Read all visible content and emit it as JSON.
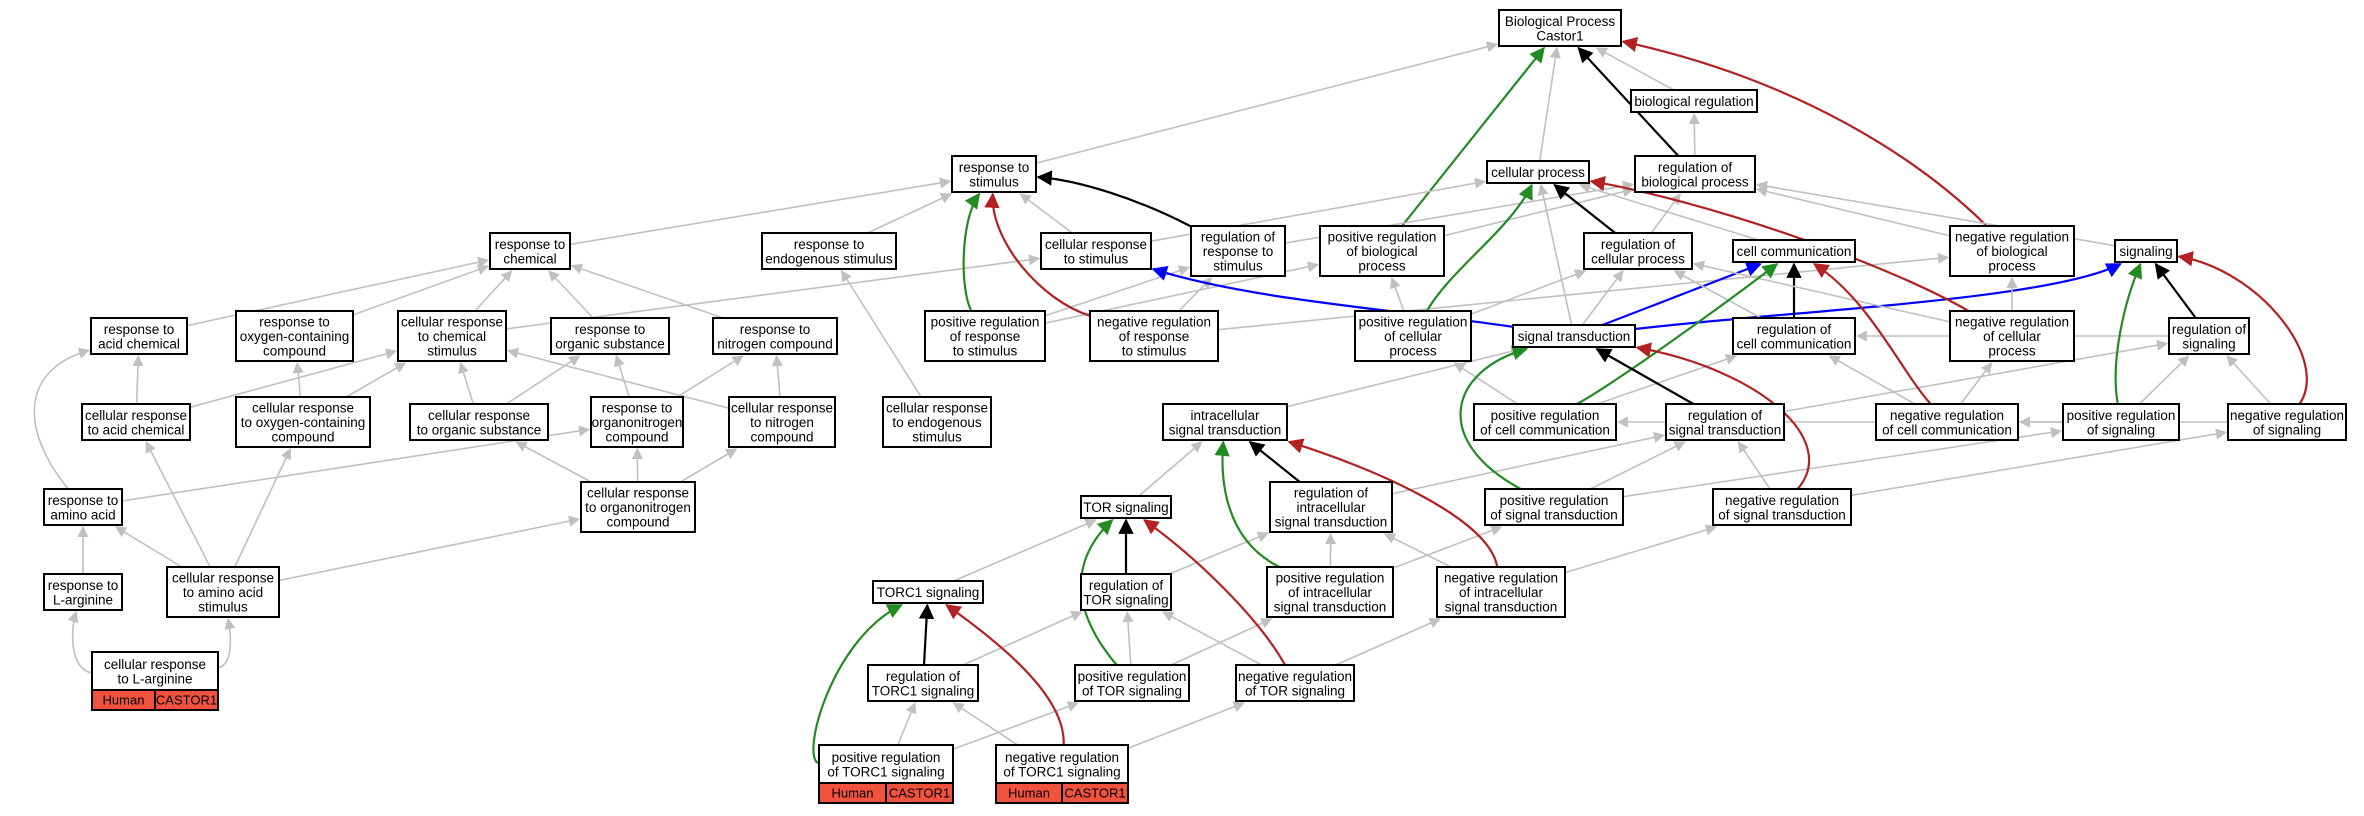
{
  "colors": {
    "is_a": "#c0c0c0",
    "part_of": "#000000",
    "regulates": "#0000ff",
    "positively_regulates": "#228b22",
    "negatively_regulates": "#b22222",
    "annotation_fill": "#f0523e"
  },
  "nodes": [
    {
      "id": "bp",
      "lines": [
        "Biological Process",
        "Castor1"
      ]
    },
    {
      "id": "bio_reg",
      "lines": [
        "biological regulation"
      ]
    },
    {
      "id": "reg_bp",
      "lines": [
        "regulation of",
        "biological process"
      ]
    },
    {
      "id": "cell_proc",
      "lines": [
        "cellular process"
      ]
    },
    {
      "id": "resp_stim",
      "lines": [
        "response to",
        "stimulus"
      ]
    },
    {
      "id": "resp_chem",
      "lines": [
        "response to",
        "chemical"
      ]
    },
    {
      "id": "resp_endo",
      "lines": [
        "response to",
        "endogenous stimulus"
      ]
    },
    {
      "id": "cell_resp_stim",
      "lines": [
        "cellular response",
        "to stimulus"
      ]
    },
    {
      "id": "reg_resp_stim",
      "lines": [
        "regulation of",
        "response to",
        "stimulus"
      ]
    },
    {
      "id": "pos_reg_bp",
      "lines": [
        "positive regulation",
        "of biological",
        "process"
      ]
    },
    {
      "id": "reg_cell_proc",
      "lines": [
        "regulation of",
        "cellular process"
      ]
    },
    {
      "id": "cell_comm",
      "lines": [
        "cell communication"
      ]
    },
    {
      "id": "neg_reg_bp",
      "lines": [
        "negative regulation",
        "of biological",
        "process"
      ]
    },
    {
      "id": "signaling",
      "lines": [
        "signaling"
      ]
    },
    {
      "id": "resp_acid",
      "lines": [
        "response to",
        "acid chemical"
      ]
    },
    {
      "id": "resp_oxy",
      "lines": [
        "response to",
        "oxygen-containing",
        "compound"
      ]
    },
    {
      "id": "cell_resp_chem",
      "lines": [
        "cellular response",
        "to chemical",
        "stimulus"
      ]
    },
    {
      "id": "resp_org",
      "lines": [
        "response to",
        "organic substance"
      ]
    },
    {
      "id": "resp_nitro",
      "lines": [
        "response to",
        "nitrogen compound"
      ]
    },
    {
      "id": "pos_reg_resp_stim",
      "lines": [
        "positive regulation",
        "of response",
        "to stimulus"
      ]
    },
    {
      "id": "neg_reg_resp_stim",
      "lines": [
        "negative regulation",
        "of response",
        "to stimulus"
      ]
    },
    {
      "id": "pos_reg_cell_proc",
      "lines": [
        "positive regulation",
        "of cellular",
        "process"
      ]
    },
    {
      "id": "sig_trans",
      "lines": [
        "signal transduction"
      ]
    },
    {
      "id": "reg_cell_comm",
      "lines": [
        "regulation of",
        "cell communication"
      ]
    },
    {
      "id": "neg_reg_cell_proc",
      "lines": [
        "negative regulation",
        "of cellular",
        "process"
      ]
    },
    {
      "id": "reg_signaling",
      "lines": [
        "regulation of",
        "signaling"
      ]
    },
    {
      "id": "cell_resp_acid",
      "lines": [
        "cellular response",
        "to acid chemical"
      ]
    },
    {
      "id": "cell_resp_oxy",
      "lines": [
        "cellular response",
        "to oxygen-containing",
        "compound"
      ]
    },
    {
      "id": "cell_resp_org",
      "lines": [
        "cellular response",
        "to organic substance"
      ]
    },
    {
      "id": "resp_orgnitro",
      "lines": [
        "response to",
        "organonitrogen",
        "compound"
      ]
    },
    {
      "id": "cell_resp_nitro",
      "lines": [
        "cellular response",
        "to nitrogen",
        "compound"
      ]
    },
    {
      "id": "cell_resp_endo",
      "lines": [
        "cellular response",
        "to endogenous",
        "stimulus"
      ]
    },
    {
      "id": "intra_sig",
      "lines": [
        "intracellular",
        "signal transduction"
      ]
    },
    {
      "id": "pos_reg_cell_comm",
      "lines": [
        "positive regulation",
        "of cell communication"
      ]
    },
    {
      "id": "reg_sig_trans",
      "lines": [
        "regulation of",
        "signal transduction"
      ]
    },
    {
      "id": "neg_reg_cell_comm",
      "lines": [
        "negative regulation",
        "of cell communication"
      ]
    },
    {
      "id": "pos_reg_signaling",
      "lines": [
        "positive regulation",
        "of signaling"
      ]
    },
    {
      "id": "neg_reg_signaling",
      "lines": [
        "negative regulation",
        "of signaling"
      ]
    },
    {
      "id": "resp_aa",
      "lines": [
        "response to",
        "amino acid"
      ]
    },
    {
      "id": "cell_resp_orgnitro",
      "lines": [
        "cellular response",
        "to organonitrogen",
        "compound"
      ]
    },
    {
      "id": "tor_sig",
      "lines": [
        "TOR signaling"
      ]
    },
    {
      "id": "reg_intra_sig",
      "lines": [
        "regulation of",
        "intracellular",
        "signal transduction"
      ]
    },
    {
      "id": "pos_reg_sig_trans",
      "lines": [
        "positive regulation",
        "of signal transduction"
      ]
    },
    {
      "id": "neg_reg_sig_trans",
      "lines": [
        "negative regulation",
        "of signal transduction"
      ]
    },
    {
      "id": "resp_larg",
      "lines": [
        "response to",
        "L-arginine"
      ]
    },
    {
      "id": "cell_resp_aa",
      "lines": [
        "cellular response",
        "to amino acid",
        "stimulus"
      ]
    },
    {
      "id": "torc1_sig",
      "lines": [
        "TORC1 signaling"
      ]
    },
    {
      "id": "reg_tor",
      "lines": [
        "regulation of",
        "TOR signaling"
      ]
    },
    {
      "id": "pos_reg_intra",
      "lines": [
        "positive regulation",
        "of intracellular",
        "signal transduction"
      ]
    },
    {
      "id": "neg_reg_intra",
      "lines": [
        "negative regulation",
        "of intracellular",
        "signal transduction"
      ]
    },
    {
      "id": "cell_resp_larg",
      "lines": [
        "cellular response",
        "to L-arginine"
      ],
      "badges": [
        "Human",
        "CASTOR1"
      ]
    },
    {
      "id": "reg_torc1",
      "lines": [
        "regulation of",
        "TORC1 signaling"
      ]
    },
    {
      "id": "pos_reg_tor",
      "lines": [
        "positive regulation",
        "of TOR signaling"
      ]
    },
    {
      "id": "neg_reg_tor",
      "lines": [
        "negative regulation",
        "of TOR signaling"
      ]
    },
    {
      "id": "pos_reg_torc1",
      "lines": [
        "positive regulation",
        "of TORC1 signaling"
      ],
      "badges": [
        "Human",
        "CASTOR1"
      ]
    },
    {
      "id": "neg_reg_torc1",
      "lines": [
        "negative regulation",
        "of TORC1 signaling"
      ],
      "badges": [
        "Human",
        "CASTOR1"
      ]
    }
  ],
  "edges": [
    {
      "from": "bio_reg",
      "to": "bp",
      "type": "is_a"
    },
    {
      "from": "reg_bp",
      "to": "bp",
      "type": "part_of"
    },
    {
      "from": "reg_bp",
      "to": "bio_reg",
      "type": "is_a"
    },
    {
      "from": "cell_proc",
      "to": "bp",
      "type": "is_a"
    },
    {
      "from": "resp_stim",
      "to": "bp",
      "type": "is_a"
    },
    {
      "from": "pos_reg_bp",
      "to": "bp",
      "type": "positively_regulates"
    },
    {
      "from": "neg_reg_bp",
      "to": "bp",
      "type": "negatively_regulates"
    },
    {
      "from": "resp_chem",
      "to": "resp_stim",
      "type": "is_a"
    },
    {
      "from": "resp_endo",
      "to": "resp_stim",
      "type": "is_a"
    },
    {
      "from": "cell_resp_stim",
      "to": "resp_stim",
      "type": "is_a"
    },
    {
      "from": "cell_resp_stim",
      "to": "cell_proc",
      "type": "is_a"
    },
    {
      "from": "reg_resp_stim",
      "to": "resp_stim",
      "type": "part_of"
    },
    {
      "from": "reg_resp_stim",
      "to": "reg_bp",
      "type": "is_a"
    },
    {
      "from": "pos_reg_bp",
      "to": "reg_bp",
      "type": "is_a"
    },
    {
      "from": "reg_cell_proc",
      "to": "cell_proc",
      "type": "part_of"
    },
    {
      "from": "reg_cell_proc",
      "to": "reg_bp",
      "type": "is_a"
    },
    {
      "from": "cell_comm",
      "to": "cell_proc",
      "type": "is_a"
    },
    {
      "from": "neg_reg_bp",
      "to": "reg_bp",
      "type": "is_a"
    },
    {
      "from": "signaling",
      "to": "reg_bp",
      "type": "is_a"
    },
    {
      "from": "resp_acid",
      "to": "resp_chem",
      "type": "is_a"
    },
    {
      "from": "resp_oxy",
      "to": "resp_chem",
      "type": "is_a"
    },
    {
      "from": "cell_resp_chem",
      "to": "resp_chem",
      "type": "is_a"
    },
    {
      "from": "cell_resp_chem",
      "to": "cell_resp_stim",
      "type": "is_a"
    },
    {
      "from": "resp_org",
      "to": "resp_chem",
      "type": "is_a"
    },
    {
      "from": "resp_nitro",
      "to": "resp_chem",
      "type": "is_a"
    },
    {
      "from": "pos_reg_resp_stim",
      "to": "resp_stim",
      "type": "positively_regulates"
    },
    {
      "from": "pos_reg_resp_stim",
      "to": "reg_resp_stim",
      "type": "is_a"
    },
    {
      "from": "pos_reg_resp_stim",
      "to": "pos_reg_bp",
      "type": "is_a"
    },
    {
      "from": "neg_reg_resp_stim",
      "to": "resp_stim",
      "type": "negatively_regulates"
    },
    {
      "from": "neg_reg_resp_stim",
      "to": "reg_resp_stim",
      "type": "is_a"
    },
    {
      "from": "neg_reg_resp_stim",
      "to": "neg_reg_bp",
      "type": "is_a"
    },
    {
      "from": "pos_reg_cell_proc",
      "to": "cell_proc",
      "type": "positively_regulates"
    },
    {
      "from": "pos_reg_cell_proc",
      "to": "pos_reg_bp",
      "type": "is_a"
    },
    {
      "from": "pos_reg_cell_proc",
      "to": "reg_cell_proc",
      "type": "is_a"
    },
    {
      "from": "sig_trans",
      "to": "cell_resp_stim",
      "type": "regulates"
    },
    {
      "from": "sig_trans",
      "to": "cell_comm",
      "type": "regulates"
    },
    {
      "from": "sig_trans",
      "to": "signaling",
      "type": "regulates"
    },
    {
      "from": "sig_trans",
      "to": "cell_proc",
      "type": "is_a"
    },
    {
      "from": "sig_trans",
      "to": "reg_cell_proc",
      "type": "is_a"
    },
    {
      "from": "reg_cell_comm",
      "to": "cell_comm",
      "type": "part_of"
    },
    {
      "from": "reg_cell_comm",
      "to": "reg_cell_proc",
      "type": "is_a"
    },
    {
      "from": "neg_reg_cell_proc",
      "to": "cell_proc",
      "type": "negatively_regulates"
    },
    {
      "from": "neg_reg_cell_proc",
      "to": "neg_reg_bp",
      "type": "is_a"
    },
    {
      "from": "neg_reg_cell_proc",
      "to": "reg_cell_proc",
      "type": "is_a"
    },
    {
      "from": "reg_signaling",
      "to": "signaling",
      "type": "part_of"
    },
    {
      "from": "reg_signaling",
      "to": "reg_cell_comm",
      "type": "is_a"
    },
    {
      "from": "cell_resp_acid",
      "to": "resp_acid",
      "type": "is_a"
    },
    {
      "from": "cell_resp_acid",
      "to": "cell_resp_chem",
      "type": "is_a"
    },
    {
      "from": "cell_resp_oxy",
      "to": "resp_oxy",
      "type": "is_a"
    },
    {
      "from": "cell_resp_oxy",
      "to": "cell_resp_chem",
      "type": "is_a"
    },
    {
      "from": "cell_resp_org",
      "to": "resp_org",
      "type": "is_a"
    },
    {
      "from": "cell_resp_org",
      "to": "cell_resp_chem",
      "type": "is_a"
    },
    {
      "from": "resp_orgnitro",
      "to": "resp_org",
      "type": "is_a"
    },
    {
      "from": "resp_orgnitro",
      "to": "resp_nitro",
      "type": "is_a"
    },
    {
      "from": "cell_resp_nitro",
      "to": "resp_nitro",
      "type": "is_a"
    },
    {
      "from": "cell_resp_nitro",
      "to": "cell_resp_chem",
      "type": "is_a"
    },
    {
      "from": "cell_resp_endo",
      "to": "resp_endo",
      "type": "is_a"
    },
    {
      "from": "intra_sig",
      "to": "sig_trans",
      "type": "is_a"
    },
    {
      "from": "pos_reg_cell_comm",
      "to": "cell_comm",
      "type": "positively_regulates"
    },
    {
      "from": "pos_reg_cell_comm",
      "to": "reg_cell_comm",
      "type": "is_a"
    },
    {
      "from": "pos_reg_cell_comm",
      "to": "pos_reg_cell_proc",
      "type": "is_a"
    },
    {
      "from": "reg_sig_trans",
      "to": "sig_trans",
      "type": "part_of"
    },
    {
      "from": "reg_sig_trans",
      "to": "reg_signaling",
      "type": "is_a"
    },
    {
      "from": "neg_reg_cell_comm",
      "to": "cell_comm",
      "type": "negatively_regulates"
    },
    {
      "from": "neg_reg_cell_comm",
      "to": "reg_cell_comm",
      "type": "is_a"
    },
    {
      "from": "neg_reg_cell_comm",
      "to": "neg_reg_cell_proc",
      "type": "is_a"
    },
    {
      "from": "pos_reg_signaling",
      "to": "signaling",
      "type": "positively_regulates"
    },
    {
      "from": "pos_reg_signaling",
      "to": "reg_signaling",
      "type": "is_a"
    },
    {
      "from": "pos_reg_signaling",
      "to": "pos_reg_cell_comm",
      "type": "is_a"
    },
    {
      "from": "neg_reg_signaling",
      "to": "signaling",
      "type": "negatively_regulates"
    },
    {
      "from": "neg_reg_signaling",
      "to": "reg_signaling",
      "type": "is_a"
    },
    {
      "from": "neg_reg_signaling",
      "to": "neg_reg_cell_comm",
      "type": "is_a"
    },
    {
      "from": "resp_aa",
      "to": "resp_acid",
      "type": "is_a"
    },
    {
      "from": "resp_aa",
      "to": "resp_orgnitro",
      "type": "is_a"
    },
    {
      "from": "cell_resp_orgnitro",
      "to": "resp_orgnitro",
      "type": "is_a"
    },
    {
      "from": "cell_resp_orgnitro",
      "to": "cell_resp_org",
      "type": "is_a"
    },
    {
      "from": "cell_resp_orgnitro",
      "to": "cell_resp_nitro",
      "type": "is_a"
    },
    {
      "from": "tor_sig",
      "to": "intra_sig",
      "type": "is_a"
    },
    {
      "from": "reg_intra_sig",
      "to": "intra_sig",
      "type": "part_of"
    },
    {
      "from": "reg_intra_sig",
      "to": "reg_sig_trans",
      "type": "is_a"
    },
    {
      "from": "pos_reg_sig_trans",
      "to": "sig_trans",
      "type": "positively_regulates"
    },
    {
      "from": "pos_reg_sig_trans",
      "to": "reg_sig_trans",
      "type": "is_a"
    },
    {
      "from": "pos_reg_sig_trans",
      "to": "pos_reg_signaling",
      "type": "is_a"
    },
    {
      "from": "neg_reg_sig_trans",
      "to": "sig_trans",
      "type": "negatively_regulates"
    },
    {
      "from": "neg_reg_sig_trans",
      "to": "reg_sig_trans",
      "type": "is_a"
    },
    {
      "from": "neg_reg_sig_trans",
      "to": "neg_reg_signaling",
      "type": "is_a"
    },
    {
      "from": "resp_larg",
      "to": "resp_aa",
      "type": "is_a"
    },
    {
      "from": "cell_resp_aa",
      "to": "resp_aa",
      "type": "is_a"
    },
    {
      "from": "cell_resp_aa",
      "to": "cell_resp_acid",
      "type": "is_a"
    },
    {
      "from": "cell_resp_aa",
      "to": "cell_resp_oxy",
      "type": "is_a"
    },
    {
      "from": "cell_resp_aa",
      "to": "cell_resp_orgnitro",
      "type": "is_a"
    },
    {
      "from": "torc1_sig",
      "to": "tor_sig",
      "type": "is_a"
    },
    {
      "from": "reg_tor",
      "to": "tor_sig",
      "type": "part_of"
    },
    {
      "from": "reg_tor",
      "to": "reg_intra_sig",
      "type": "is_a"
    },
    {
      "from": "pos_reg_intra",
      "to": "intra_sig",
      "type": "positively_regulates"
    },
    {
      "from": "pos_reg_intra",
      "to": "reg_intra_sig",
      "type": "is_a"
    },
    {
      "from": "pos_reg_intra",
      "to": "pos_reg_sig_trans",
      "type": "is_a"
    },
    {
      "from": "neg_reg_intra",
      "to": "intra_sig",
      "type": "negatively_regulates"
    },
    {
      "from": "neg_reg_intra",
      "to": "reg_intra_sig",
      "type": "is_a"
    },
    {
      "from": "neg_reg_intra",
      "to": "neg_reg_sig_trans",
      "type": "is_a"
    },
    {
      "from": "cell_resp_larg",
      "to": "resp_larg",
      "type": "is_a"
    },
    {
      "from": "cell_resp_larg",
      "to": "cell_resp_aa",
      "type": "is_a"
    },
    {
      "from": "reg_torc1",
      "to": "torc1_sig",
      "type": "part_of"
    },
    {
      "from": "reg_torc1",
      "to": "reg_tor",
      "type": "is_a"
    },
    {
      "from": "pos_reg_tor",
      "to": "tor_sig",
      "type": "positively_regulates"
    },
    {
      "from": "pos_reg_tor",
      "to": "reg_tor",
      "type": "is_a"
    },
    {
      "from": "pos_reg_tor",
      "to": "pos_reg_intra",
      "type": "is_a"
    },
    {
      "from": "neg_reg_tor",
      "to": "tor_sig",
      "type": "negatively_regulates"
    },
    {
      "from": "neg_reg_tor",
      "to": "reg_tor",
      "type": "is_a"
    },
    {
      "from": "neg_reg_tor",
      "to": "neg_reg_intra",
      "type": "is_a"
    },
    {
      "from": "pos_reg_torc1",
      "to": "torc1_sig",
      "type": "positively_regulates"
    },
    {
      "from": "pos_reg_torc1",
      "to": "reg_torc1",
      "type": "is_a"
    },
    {
      "from": "pos_reg_torc1",
      "to": "pos_reg_tor",
      "type": "is_a"
    },
    {
      "from": "neg_reg_torc1",
      "to": "torc1_sig",
      "type": "negatively_regulates"
    },
    {
      "from": "neg_reg_torc1",
      "to": "reg_torc1",
      "type": "is_a"
    },
    {
      "from": "neg_reg_torc1",
      "to": "neg_reg_tor",
      "type": "is_a"
    }
  ]
}
